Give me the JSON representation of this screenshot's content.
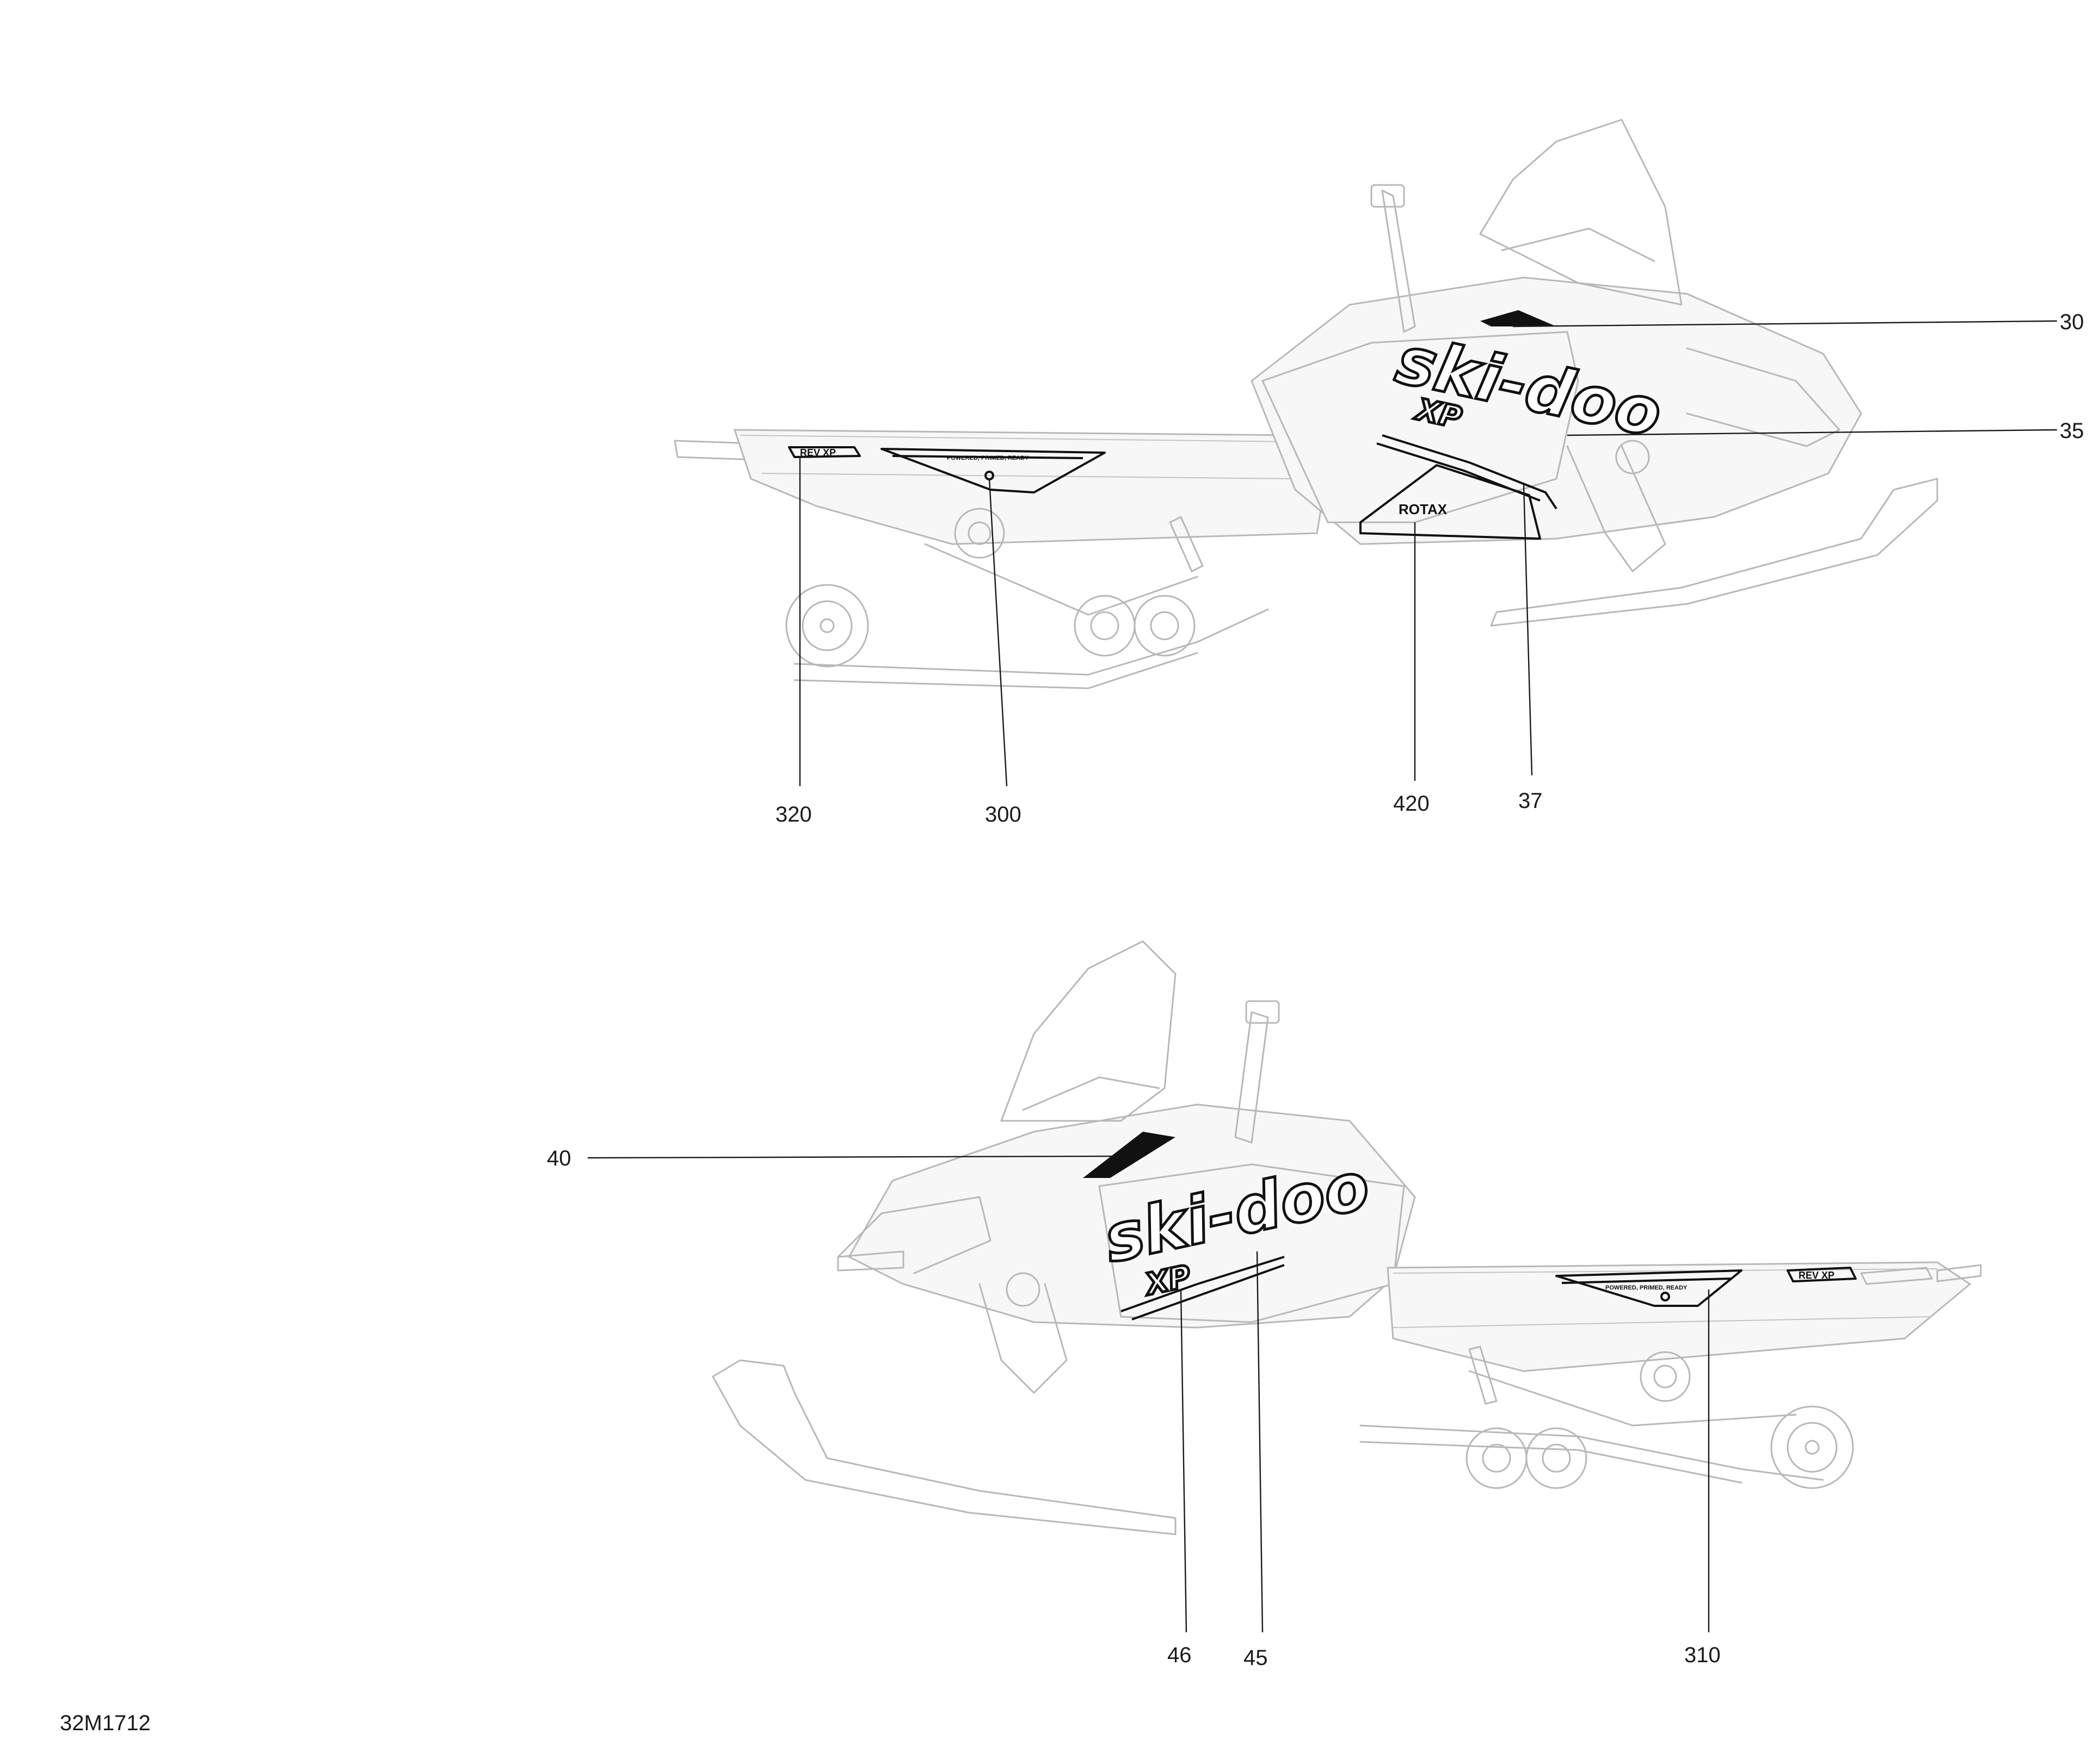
{
  "diagram": {
    "code": "32M1712",
    "views": [
      {
        "view": "left-side",
        "callouts": [
          "30",
          "35",
          "320",
          "300",
          "420",
          "37"
        ]
      },
      {
        "view": "right-side",
        "callouts": [
          "40",
          "46",
          "45",
          "310"
        ]
      }
    ],
    "decals": {
      "brand_logo": "ski-doo",
      "model_badge": "XP",
      "engine_badge": "ROTAX",
      "tunnel_badge": "REV XP",
      "tunnel_panel_text": "POWERED, PRIMED, READY"
    }
  }
}
